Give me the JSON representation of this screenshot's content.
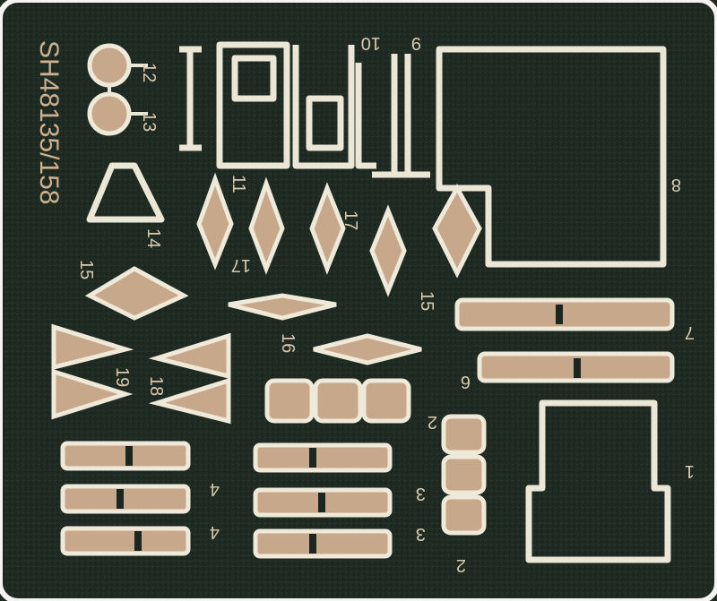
{
  "fret": {
    "code": "SH48135/158",
    "labels": [
      "12",
      "13",
      "10",
      "9",
      "11",
      "8",
      "14",
      "17",
      "17",
      "15",
      "15",
      "16",
      "7",
      "6",
      "19",
      "18",
      "2",
      "4",
      "4",
      "3",
      "3",
      "1",
      "2"
    ]
  },
  "colors": {
    "background": "#1e2a22",
    "metal": "#ece6d6",
    "part": "#c7a88a"
  }
}
